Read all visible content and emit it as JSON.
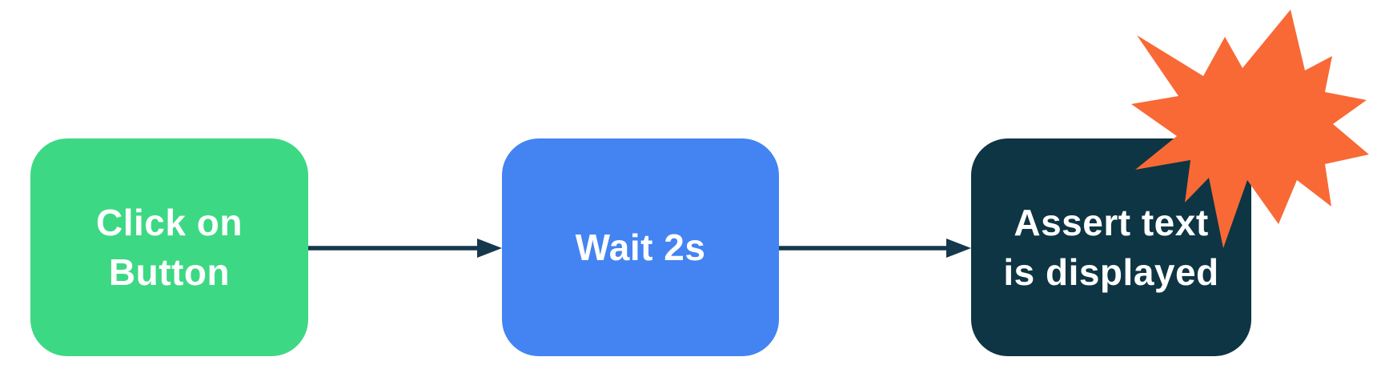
{
  "diagram": {
    "colors": {
      "background": "#FFFFFF",
      "step1_fill": "#3DD884",
      "step2_fill": "#4384F2",
      "step3_fill": "#0E3543",
      "label_text": "#FFFFFF",
      "arrow": "#14384C",
      "burst": "#F86936"
    },
    "steps": [
      {
        "id": "click-on-button",
        "lines": [
          "Click on",
          "Button"
        ]
      },
      {
        "id": "wait-2s",
        "lines": [
          "Wait 2s"
        ]
      },
      {
        "id": "assert-text-is-displayed",
        "lines": [
          "Assert text",
          "is displayed"
        ]
      }
    ],
    "connectors": [
      {
        "from": "click-on-button",
        "to": "wait-2s"
      },
      {
        "from": "wait-2s",
        "to": "assert-text-is-displayed"
      }
    ]
  }
}
